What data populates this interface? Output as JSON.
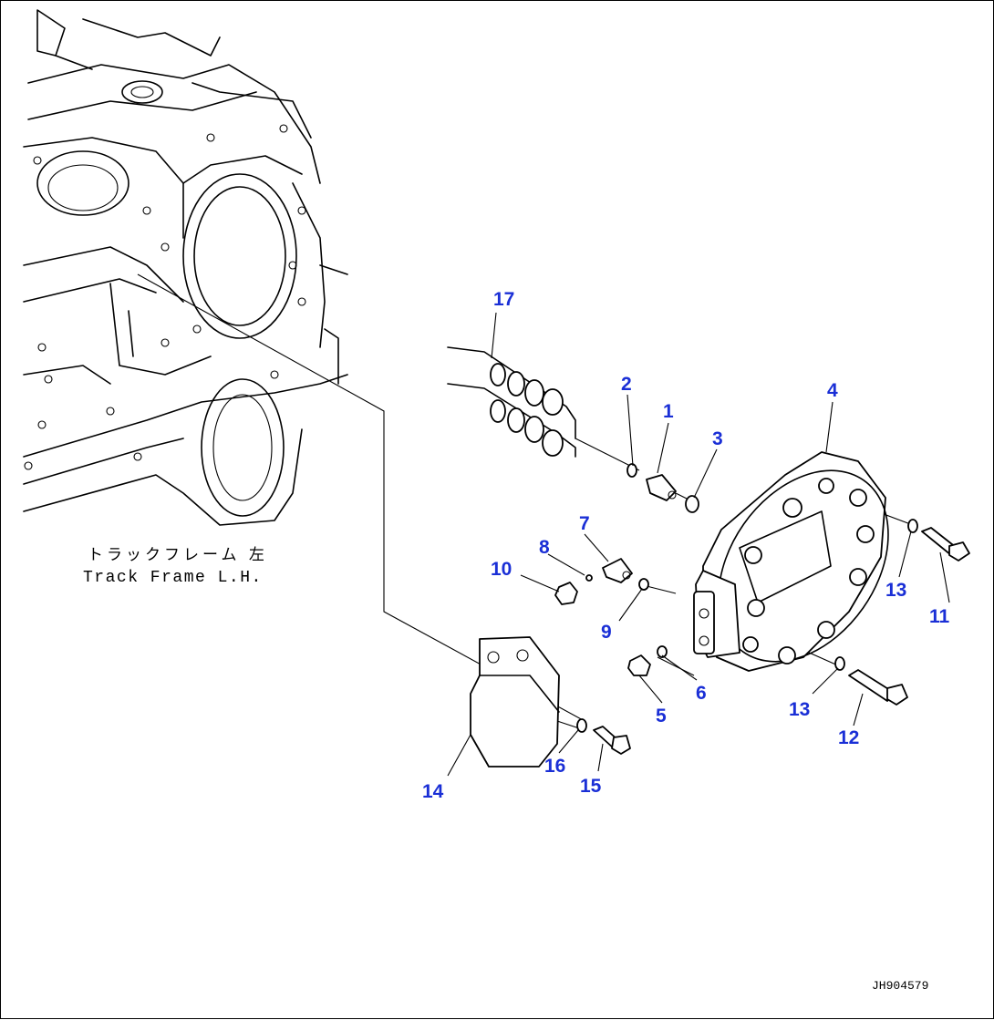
{
  "frame_label": {
    "japanese": "トラックフレーム 左",
    "english": "Track Frame L.H."
  },
  "figure_code": "JH904579",
  "callouts": [
    "1",
    "2",
    "3",
    "4",
    "5",
    "6",
    "7",
    "8",
    "9",
    "10",
    "11",
    "12",
    "13",
    "13",
    "14",
    "15",
    "16",
    "17"
  ],
  "colors": {
    "callout": "#1a2fd6",
    "line": "#000000",
    "background": "#ffffff"
  }
}
